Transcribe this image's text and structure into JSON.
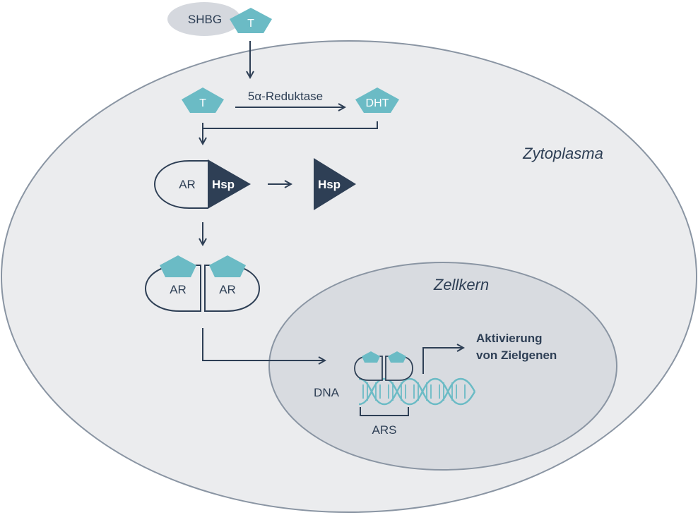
{
  "labels": {
    "shbg": "SHBG",
    "t_serum": "T",
    "t_cell": "T",
    "enzyme": "5α-Reduktase",
    "dht": "DHT",
    "ar_complex": "AR",
    "hsp_complex": "Hsp",
    "hsp_free": "Hsp",
    "ar_left": "AR",
    "ar_right": "AR",
    "cytoplasm": "Zytoplasma",
    "nucleus": "Zellkern",
    "activation_line1": "Aktivierung",
    "activation_line2": "von Zielgenen",
    "dna": "DNA",
    "ars": "ARS"
  },
  "colors": {
    "teal": "#6bbbc5",
    "dark": "#2e3f55",
    "cell_fill": "#ebecee",
    "cell_stroke": "#8a95a3",
    "nucleus_fill": "#d8dbe0",
    "shbg_fill": "#d5d8de"
  }
}
